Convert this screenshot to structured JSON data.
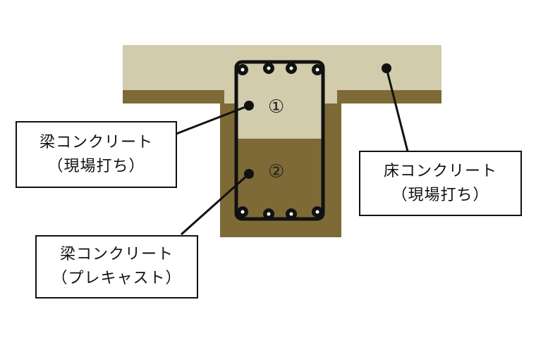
{
  "colors": {
    "light_concrete": "#d2ccad",
    "dark_concrete": "#7d6a36",
    "rebar": "#111111"
  },
  "markers": {
    "zone1": "①",
    "zone2": "②"
  },
  "labels": {
    "beam_cast_in_place": {
      "line1": "梁コンクリート",
      "line2": "（現場打ち）"
    },
    "beam_precast": {
      "line1": "梁コンクリート",
      "line2": "（プレキャスト）"
    },
    "slab_cast_in_place": {
      "line1": "床コンクリート",
      "line2": "（現場打ち）"
    }
  }
}
